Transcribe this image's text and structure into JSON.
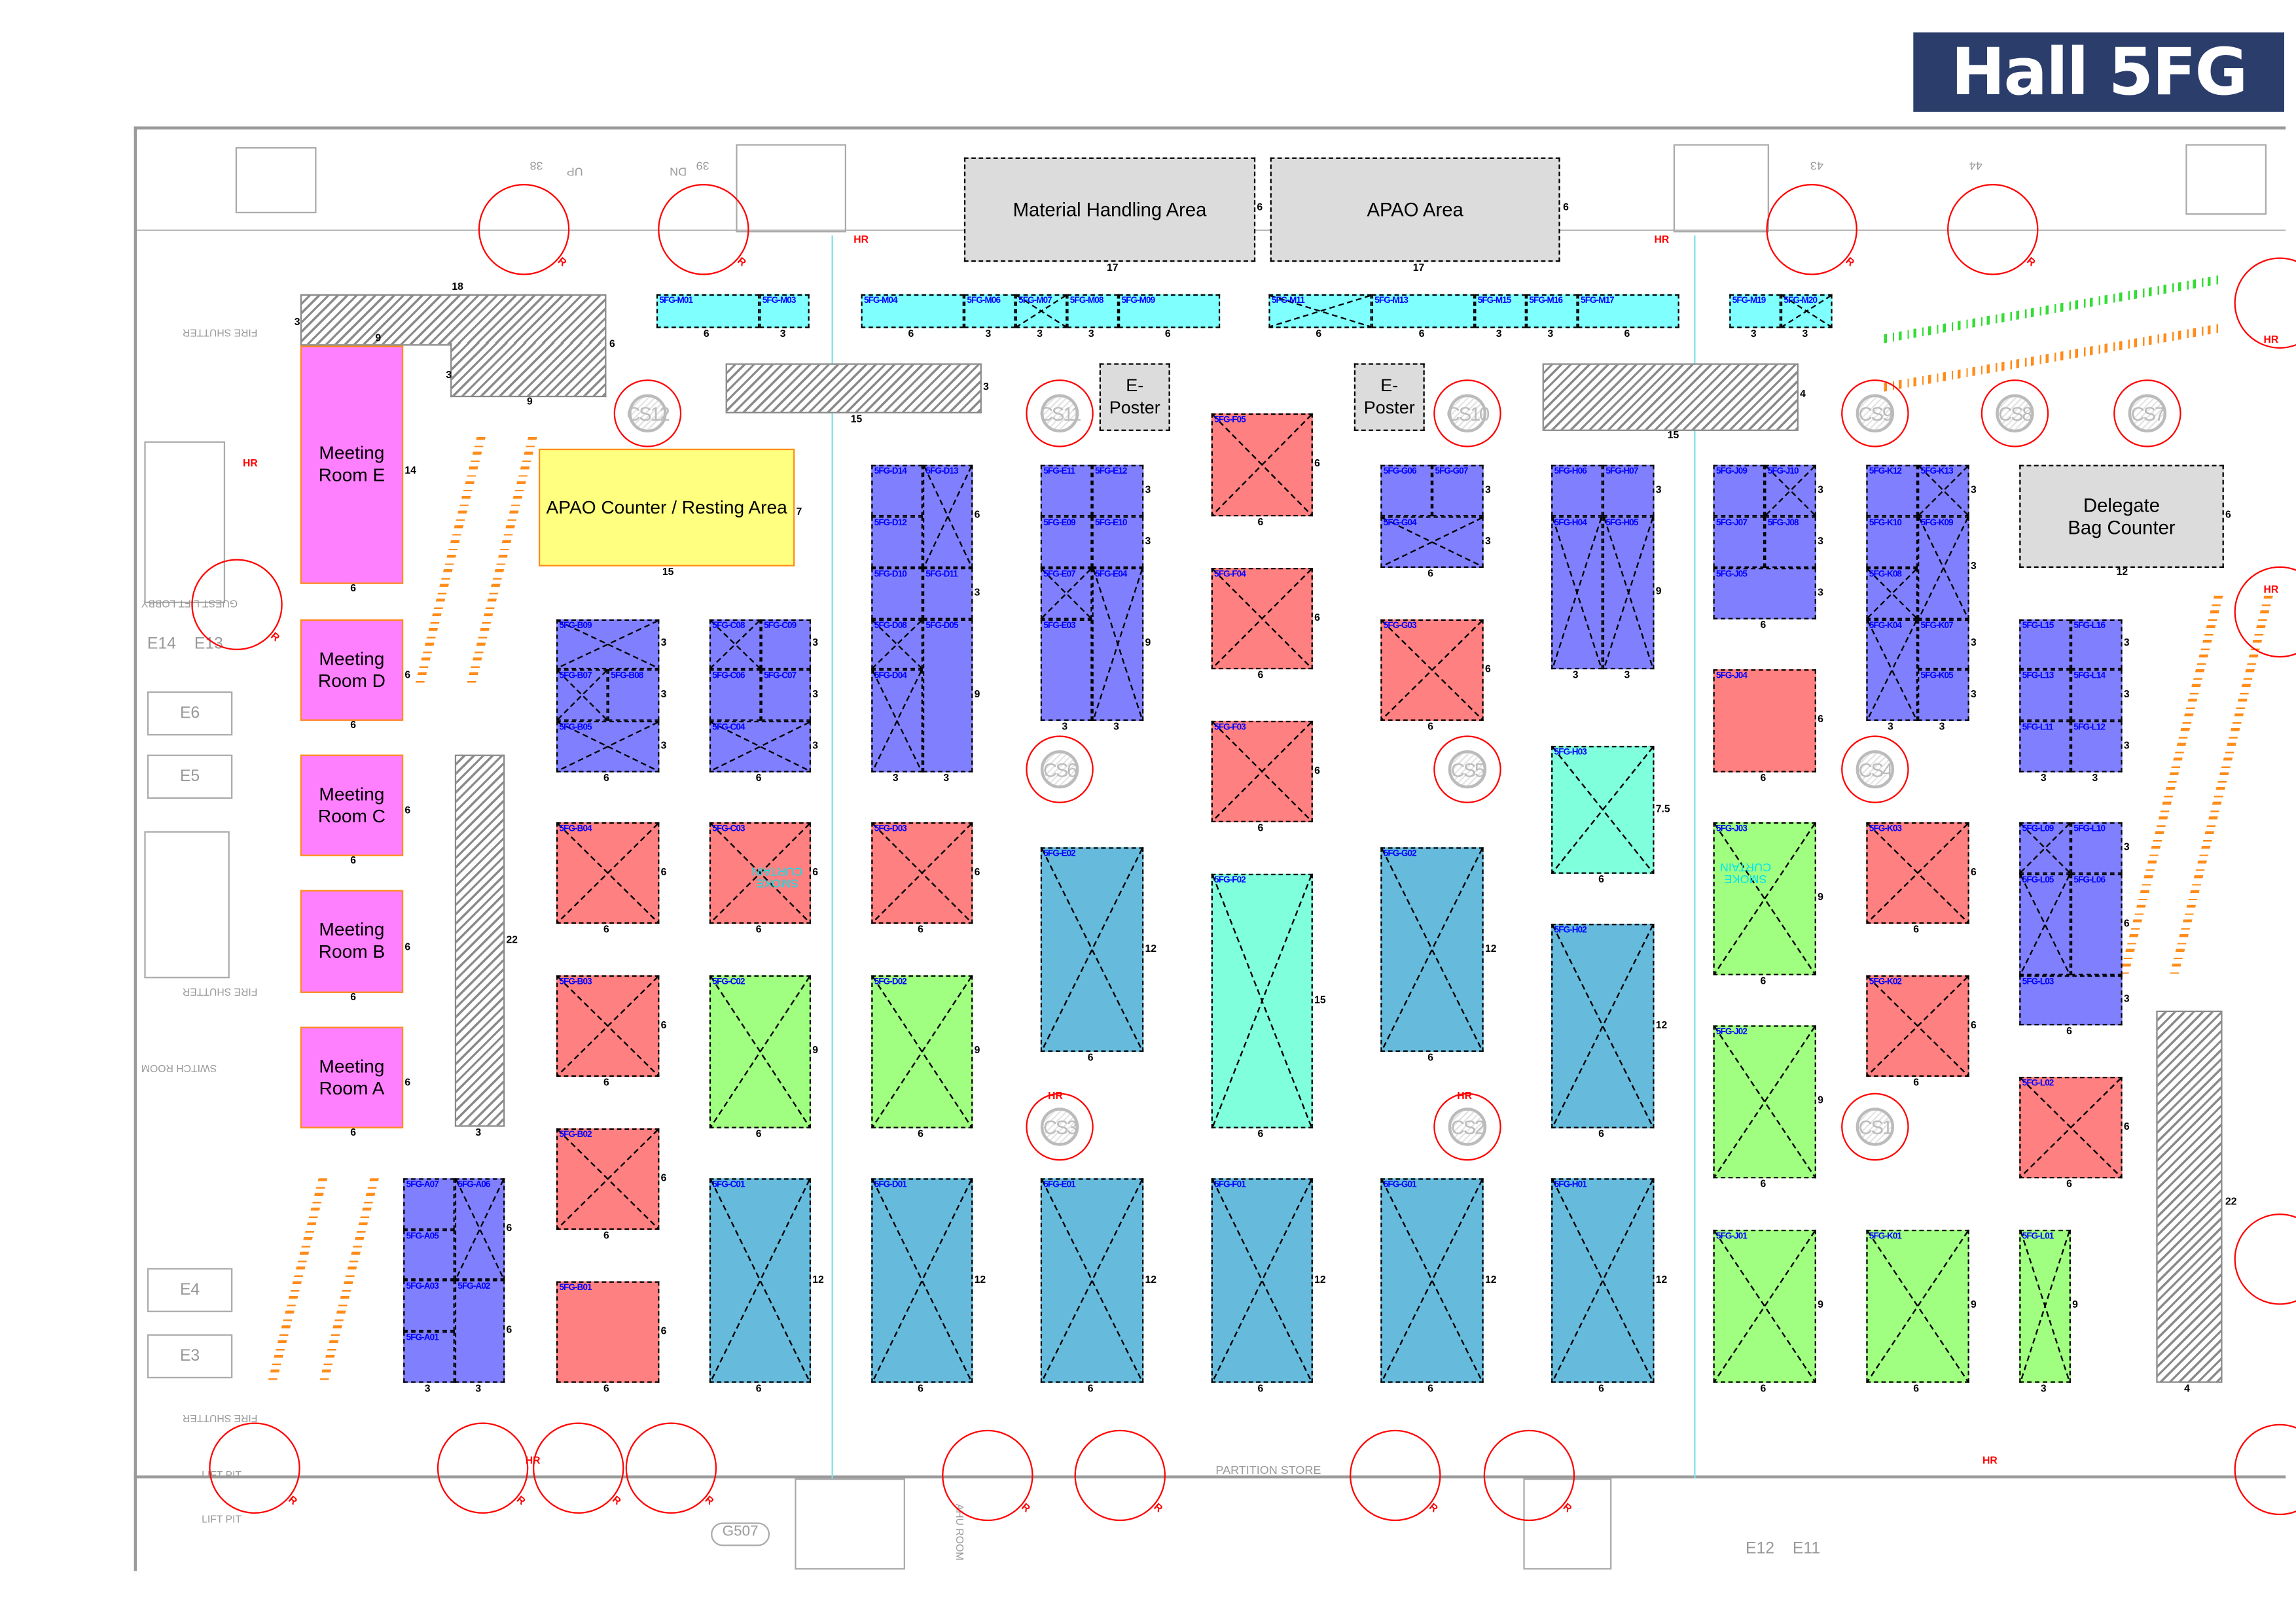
{
  "header": {
    "title": "Hall 5FG"
  },
  "areas": {
    "material_handling": "Material Handling Area",
    "apao_area": "APAO Area",
    "apao_counter": "APAO Counter / Resting Area",
    "delegate_bag": "Delegate Bag Counter",
    "eposter_1": "E-Poster",
    "eposter_2": "E-Poster",
    "smoke_curtain_1": "SMOKE CURTAIN",
    "smoke_curtain_2": "SMOKE CURTAIN"
  },
  "area_dims": {
    "material": [
      "17",
      "6"
    ],
    "apao": [
      "17",
      "6"
    ],
    "apao_counter": [
      "15",
      "7"
    ],
    "delegate": [
      "12",
      "6"
    ],
    "hatch_top_left": [
      "18",
      "9",
      "6",
      "3",
      "9",
      "3"
    ],
    "hatch_mid": [
      "15",
      "3"
    ],
    "hatch_right": [
      "15",
      "4"
    ],
    "hatch_vertical_left": [
      "3",
      "22"
    ],
    "hatch_vertical_right": [
      "4",
      "22"
    ]
  },
  "meeting_rooms": [
    {
      "label": "Meeting Room E",
      "dims": [
        "6",
        "14"
      ]
    },
    {
      "label": "Meeting Room D",
      "dims": [
        "6",
        "6"
      ]
    },
    {
      "label": "Meeting Room C",
      "dims": [
        "6",
        "6"
      ]
    },
    {
      "label": "Meeting Room B",
      "dims": [
        "6",
        "6"
      ]
    },
    {
      "label": "Meeting Room A",
      "dims": [
        "6",
        "6"
      ]
    }
  ],
  "colors": {
    "blue": "#8080ff",
    "red": "#ff8080",
    "green": "#a0ff80",
    "aqua": "#80ffdd",
    "lightblue": "#66bbdd",
    "cyan": "#80ffff",
    "meeting": "#ff80ff",
    "label": "#0000ff",
    "title_bg": "#2b3d6b"
  },
  "booths": [
    {
      "id": "5FG-M01",
      "c": "cyan",
      "x": false,
      "dims": [
        "6",
        ""
      ]
    },
    {
      "id": "5FG-M03",
      "c": "cyan",
      "x": false,
      "dims": [
        "3",
        ""
      ]
    },
    {
      "id": "5FG-M04",
      "c": "cyan",
      "x": false,
      "dims": [
        "6",
        ""
      ]
    },
    {
      "id": "5FG-M06",
      "c": "cyan",
      "x": false,
      "dims": [
        "3",
        ""
      ]
    },
    {
      "id": "5FG-M07",
      "c": "cyan",
      "x": true,
      "dims": [
        "3",
        ""
      ]
    },
    {
      "id": "5FG-M08",
      "c": "cyan",
      "x": false,
      "dims": [
        "3",
        ""
      ]
    },
    {
      "id": "5FG-M09",
      "c": "cyan",
      "x": false,
      "dims": [
        "6",
        ""
      ]
    },
    {
      "id": "5FG-M11",
      "c": "cyan",
      "x": true,
      "dims": [
        "6",
        ""
      ]
    },
    {
      "id": "5FG-M13",
      "c": "cyan",
      "x": false,
      "dims": [
        "6",
        ""
      ]
    },
    {
      "id": "5FG-M15",
      "c": "cyan",
      "x": false,
      "dims": [
        "3",
        ""
      ]
    },
    {
      "id": "5FG-M16",
      "c": "cyan",
      "x": false,
      "dims": [
        "3",
        ""
      ]
    },
    {
      "id": "5FG-M17",
      "c": "cyan",
      "x": false,
      "dims": [
        "6",
        ""
      ]
    },
    {
      "id": "5FG-M19",
      "c": "cyan",
      "x": false,
      "dims": [
        "3",
        ""
      ]
    },
    {
      "id": "5FG-M20",
      "c": "cyan",
      "x": true,
      "dims": [
        "3",
        ""
      ]
    },
    {
      "id": "5FG-B09",
      "c": "blue",
      "x": true,
      "dims": [
        "",
        "3"
      ]
    },
    {
      "id": "5FG-B07",
      "c": "blue",
      "x": true,
      "dims": [
        "",
        ""
      ]
    },
    {
      "id": "5FG-B08",
      "c": "blue",
      "x": false,
      "dims": [
        "",
        "3"
      ]
    },
    {
      "id": "5FG-B05",
      "c": "blue",
      "x": true,
      "dims": [
        "6",
        "3"
      ]
    },
    {
      "id": "5FG-C08",
      "c": "blue",
      "x": true,
      "dims": [
        "",
        ""
      ]
    },
    {
      "id": "5FG-C09",
      "c": "blue",
      "x": false,
      "dims": [
        "",
        "3"
      ]
    },
    {
      "id": "5FG-C06",
      "c": "blue",
      "x": false,
      "dims": [
        "",
        ""
      ]
    },
    {
      "id": "5FG-C07",
      "c": "blue",
      "x": false,
      "dims": [
        "",
        "3"
      ]
    },
    {
      "id": "5FG-C04",
      "c": "blue",
      "x": true,
      "dims": [
        "6",
        "3"
      ]
    },
    {
      "id": "5FG-D14",
      "c": "blue",
      "x": false,
      "dims": [
        "",
        ""
      ]
    },
    {
      "id": "5FG-D13",
      "c": "blue",
      "x": true,
      "dims": [
        "",
        "6"
      ]
    },
    {
      "id": "5FG-D12",
      "c": "blue",
      "x": false,
      "dims": [
        "",
        ""
      ]
    },
    {
      "id": "5FG-D10",
      "c": "blue",
      "x": false,
      "dims": [
        "",
        ""
      ]
    },
    {
      "id": "5FG-D11",
      "c": "blue",
      "x": false,
      "dims": [
        "",
        "3"
      ]
    },
    {
      "id": "5FG-D08",
      "c": "blue",
      "x": true,
      "dims": [
        "",
        ""
      ]
    },
    {
      "id": "5FG-D05",
      "c": "blue",
      "x": false,
      "dims": [
        "3",
        "9"
      ]
    },
    {
      "id": "5FG-D04",
      "c": "blue",
      "x": true,
      "dims": [
        "3",
        ""
      ]
    },
    {
      "id": "5FG-E11",
      "c": "blue",
      "x": false,
      "dims": [
        "",
        ""
      ]
    },
    {
      "id": "5FG-E12",
      "c": "blue",
      "x": false,
      "dims": [
        "",
        "3"
      ]
    },
    {
      "id": "5FG-E09",
      "c": "blue",
      "x": false,
      "dims": [
        "",
        ""
      ]
    },
    {
      "id": "5FG-E10",
      "c": "blue",
      "x": false,
      "dims": [
        "",
        "3"
      ]
    },
    {
      "id": "5FG-E07",
      "c": "blue",
      "x": true,
      "dims": [
        "",
        ""
      ]
    },
    {
      "id": "5FG-E04",
      "c": "blue",
      "x": true,
      "dims": [
        "3",
        "9"
      ]
    },
    {
      "id": "5FG-E03",
      "c": "blue",
      "x": false,
      "dims": [
        "3",
        ""
      ]
    },
    {
      "id": "5FG-G06",
      "c": "blue",
      "x": false,
      "dims": [
        "",
        ""
      ]
    },
    {
      "id": "5FG-G07",
      "c": "blue",
      "x": false,
      "dims": [
        "",
        "3"
      ]
    },
    {
      "id": "5FG-G04",
      "c": "blue",
      "x": true,
      "dims": [
        "6",
        "3"
      ]
    },
    {
      "id": "5FG-H06",
      "c": "blue",
      "x": false,
      "dims": [
        "",
        ""
      ]
    },
    {
      "id": "5FG-H07",
      "c": "blue",
      "x": false,
      "dims": [
        "",
        "3"
      ]
    },
    {
      "id": "5FG-H04",
      "c": "blue",
      "x": true,
      "dims": [
        "3",
        ""
      ]
    },
    {
      "id": "5FG-H05",
      "c": "blue",
      "x": true,
      "dims": [
        "3",
        "9"
      ]
    },
    {
      "id": "5FG-J09",
      "c": "blue",
      "x": false,
      "dims": [
        "",
        ""
      ]
    },
    {
      "id": "5FG-J10",
      "c": "blue",
      "x": true,
      "dims": [
        "",
        "3"
      ]
    },
    {
      "id": "5FG-J07",
      "c": "blue",
      "x": false,
      "dims": [
        "",
        ""
      ]
    },
    {
      "id": "5FG-J08",
      "c": "blue",
      "x": false,
      "dims": [
        "",
        "3"
      ]
    },
    {
      "id": "5FG-J05",
      "c": "blue",
      "x": false,
      "dims": [
        "6",
        "3"
      ]
    },
    {
      "id": "5FG-K12",
      "c": "blue",
      "x": false,
      "dims": [
        "",
        ""
      ]
    },
    {
      "id": "5FG-K13",
      "c": "blue",
      "x": true,
      "dims": [
        "",
        "3"
      ]
    },
    {
      "id": "5FG-K10",
      "c": "blue",
      "x": false,
      "dims": [
        "",
        ""
      ]
    },
    {
      "id": "5FG-K09",
      "c": "blue",
      "x": true,
      "dims": [
        "",
        "3"
      ]
    },
    {
      "id": "5FG-K08",
      "c": "blue",
      "x": true,
      "dims": [
        "",
        ""
      ]
    },
    {
      "id": "5FG-K04",
      "c": "blue",
      "x": true,
      "dims": [
        "3",
        ""
      ]
    },
    {
      "id": "5FG-K07",
      "c": "blue",
      "x": false,
      "dims": [
        "",
        "3"
      ]
    },
    {
      "id": "5FG-K05",
      "c": "blue",
      "x": false,
      "dims": [
        "3",
        "3"
      ]
    },
    {
      "id": "5FG-L15",
      "c": "blue",
      "x": false,
      "dims": [
        "",
        ""
      ]
    },
    {
      "id": "5FG-L16",
      "c": "blue",
      "x": false,
      "dims": [
        "",
        "3"
      ]
    },
    {
      "id": "5FG-L13",
      "c": "blue",
      "x": false,
      "dims": [
        "",
        ""
      ]
    },
    {
      "id": "5FG-L14",
      "c": "blue",
      "x": false,
      "dims": [
        "",
        "3"
      ]
    },
    {
      "id": "5FG-L11",
      "c": "blue",
      "x": false,
      "dims": [
        "3",
        ""
      ]
    },
    {
      "id": "5FG-L12",
      "c": "blue",
      "x": false,
      "dims": [
        "3",
        "3"
      ]
    },
    {
      "id": "5FG-L09",
      "c": "blue",
      "x": true,
      "dims": [
        "",
        ""
      ]
    },
    {
      "id": "5FG-L10",
      "c": "blue",
      "x": false,
      "dims": [
        "",
        "3"
      ]
    },
    {
      "id": "5FG-L05",
      "c": "blue",
      "x": true,
      "dims": [
        "",
        ""
      ]
    },
    {
      "id": "5FG-L06",
      "c": "blue",
      "x": false,
      "dims": [
        "",
        "6"
      ]
    },
    {
      "id": "5FG-L03",
      "c": "blue",
      "x": false,
      "dims": [
        "6",
        "3"
      ]
    },
    {
      "id": "5FG-A07",
      "c": "blue",
      "x": false,
      "dims": [
        "",
        ""
      ]
    },
    {
      "id": "5FG-A06",
      "c": "blue",
      "x": true,
      "dims": [
        "",
        "6"
      ]
    },
    {
      "id": "5FG-A05",
      "c": "blue",
      "x": false,
      "dims": [
        "",
        ""
      ]
    },
    {
      "id": "5FG-A03",
      "c": "blue",
      "x": false,
      "dims": [
        "",
        ""
      ]
    },
    {
      "id": "5FG-A02",
      "c": "blue",
      "x": false,
      "dims": [
        "3",
        "6"
      ]
    },
    {
      "id": "5FG-A01",
      "c": "blue",
      "x": false,
      "dims": [
        "3",
        ""
      ]
    },
    {
      "id": "5FG-B04",
      "c": "red",
      "x": true,
      "dims": [
        "6",
        "6"
      ]
    },
    {
      "id": "5FG-C03",
      "c": "red",
      "x": true,
      "dims": [
        "6",
        "6"
      ]
    },
    {
      "id": "5FG-D03",
      "c": "red",
      "x": true,
      "dims": [
        "6",
        "6"
      ]
    },
    {
      "id": "5FG-B03",
      "c": "red",
      "x": true,
      "dims": [
        "6",
        "6"
      ]
    },
    {
      "id": "5FG-B02",
      "c": "red",
      "x": true,
      "dims": [
        "6",
        "6"
      ]
    },
    {
      "id": "5FG-B01",
      "c": "red",
      "x": false,
      "dims": [
        "6",
        "6"
      ]
    },
    {
      "id": "5FG-F05",
      "c": "red",
      "x": true,
      "dims": [
        "6",
        "6"
      ]
    },
    {
      "id": "5FG-F04",
      "c": "red",
      "x": true,
      "dims": [
        "6",
        "6"
      ]
    },
    {
      "id": "5FG-F03",
      "c": "red",
      "x": true,
      "dims": [
        "6",
        "6"
      ]
    },
    {
      "id": "5FG-G03",
      "c": "red",
      "x": true,
      "dims": [
        "6",
        "6"
      ]
    },
    {
      "id": "5FG-J04",
      "c": "red",
      "x": false,
      "dims": [
        "6",
        "6"
      ]
    },
    {
      "id": "5FG-K03",
      "c": "red",
      "x": true,
      "dims": [
        "6",
        "6"
      ]
    },
    {
      "id": "5FG-K02",
      "c": "red",
      "x": true,
      "dims": [
        "6",
        "6"
      ]
    },
    {
      "id": "5FG-L02",
      "c": "red",
      "x": true,
      "dims": [
        "6",
        "6"
      ]
    },
    {
      "id": "5FG-C02",
      "c": "green",
      "x": true,
      "dims": [
        "6",
        "9"
      ]
    },
    {
      "id": "5FG-D02",
      "c": "green",
      "x": true,
      "dims": [
        "6",
        "9"
      ]
    },
    {
      "id": "5FG-J03",
      "c": "green",
      "x": true,
      "dims": [
        "6",
        "9"
      ]
    },
    {
      "id": "5FG-J02",
      "c": "green",
      "x": true,
      "dims": [
        "6",
        "9"
      ]
    },
    {
      "id": "5FG-J01",
      "c": "green",
      "x": true,
      "dims": [
        "6",
        "9"
      ]
    },
    {
      "id": "5FG-K01",
      "c": "green",
      "x": true,
      "dims": [
        "6",
        "9"
      ]
    },
    {
      "id": "5FG-L01",
      "c": "green",
      "x": true,
      "dims": [
        "3",
        "9"
      ]
    },
    {
      "id": "5FG-F02",
      "c": "aqua",
      "x": true,
      "dims": [
        "6",
        "15"
      ]
    },
    {
      "id": "5FG-H03",
      "c": "aqua",
      "x": true,
      "dims": [
        "6",
        "7.5"
      ]
    },
    {
      "id": "5FG-E02",
      "c": "lightblue",
      "x": true,
      "dims": [
        "6",
        "12"
      ]
    },
    {
      "id": "5FG-G02",
      "c": "lightblue",
      "x": true,
      "dims": [
        "6",
        "12"
      ]
    },
    {
      "id": "5FG-H02",
      "c": "lightblue",
      "x": true,
      "dims": [
        "6",
        "12"
      ]
    },
    {
      "id": "5FG-C01",
      "c": "lightblue",
      "x": true,
      "dims": [
        "6",
        "12"
      ]
    },
    {
      "id": "5FG-D01",
      "c": "lightblue",
      "x": true,
      "dims": [
        "6",
        "12"
      ]
    },
    {
      "id": "5FG-E01",
      "c": "lightblue",
      "x": true,
      "dims": [
        "6",
        "12"
      ]
    },
    {
      "id": "5FG-F01",
      "c": "lightblue",
      "x": true,
      "dims": [
        "6",
        "12"
      ]
    },
    {
      "id": "5FG-G01",
      "c": "lightblue",
      "x": true,
      "dims": [
        "6",
        "12"
      ]
    },
    {
      "id": "5FG-H01",
      "c": "lightblue",
      "x": true,
      "dims": [
        "6",
        "12"
      ]
    }
  ],
  "column_stations": [
    "CS12",
    "CS11",
    "CS10",
    "CS9",
    "CS8",
    "CS7",
    "CS6",
    "CS5",
    "CS4",
    "CS3",
    "CS2",
    "CS1"
  ],
  "hose_reel_label": "R",
  "hr_label": "HR",
  "architecture": {
    "labels": [
      "E14",
      "E13",
      "E6",
      "E5",
      "E4",
      "E3",
      "E12",
      "E11",
      "G507",
      "PARTITION STORE",
      "FIRE SHUTTER",
      "FIRE SHUTTER",
      "FIRE SHUTTER",
      "LIFT PIT",
      "LIFT PIT",
      "UP",
      "DN",
      "38",
      "39",
      "43",
      "44",
      "SWITCH ROOM",
      "GUEST LIFT LOBBY",
      "AHU ROOM"
    ]
  }
}
